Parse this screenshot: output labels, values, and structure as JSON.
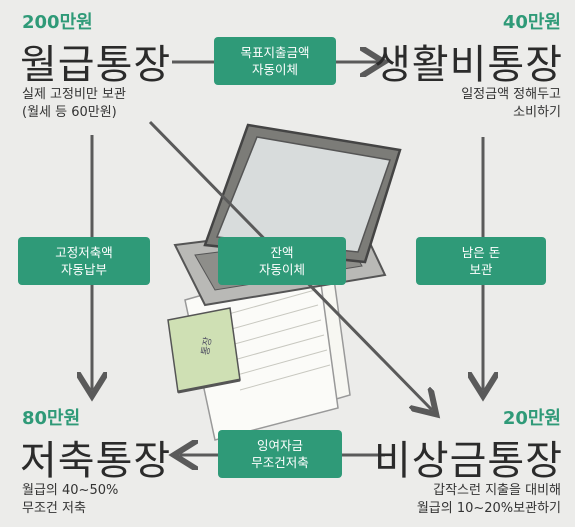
{
  "accounts": {
    "salary": {
      "amount": "200만원",
      "name": "월급통장",
      "desc1": "실제 고정비만 보관",
      "desc2": "(월세 등 60만원)"
    },
    "living": {
      "amount": "40만원",
      "name": "생활비통장",
      "desc1": "일정금액 정해두고",
      "desc2": "소비하기"
    },
    "savings": {
      "amount": "80만원",
      "name": "저축통장",
      "desc1": "월급의 40~50%",
      "desc2": "무조건 저축"
    },
    "emergency": {
      "amount": "20만원",
      "name": "비상금통장",
      "desc1": "갑작스런 지출을 대비해",
      "desc2": "월급의 10~20%보관하기"
    }
  },
  "transfers": {
    "to_living": {
      "line1": "목표지출금액",
      "line2": "자동이체"
    },
    "to_savings": {
      "line1": "고정저축액",
      "line2": "자동납부"
    },
    "to_emergency_diag": {
      "line1": "잔액",
      "line2": "자동이체"
    },
    "leftover": {
      "line1": "남은 돈",
      "line2": "보관"
    },
    "surplus": {
      "line1": "잉여자금",
      "line2": "무조건저축"
    }
  },
  "colors": {
    "accent": "#2f9a78",
    "arrow": "#5a5a5a"
  }
}
